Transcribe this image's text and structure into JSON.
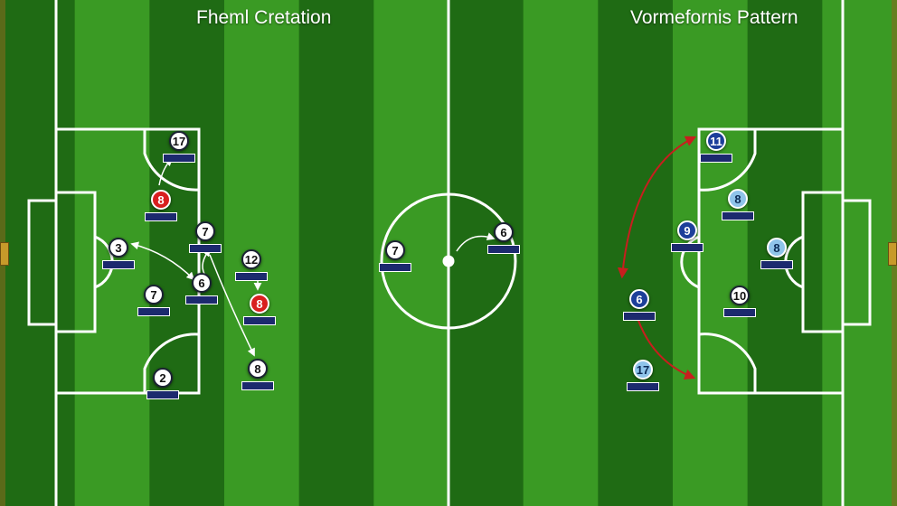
{
  "titles": {
    "left": "Fheml Cretation",
    "right": "Vormefornis Pattern"
  },
  "colors": {
    "grass_dark": "#1f6b14",
    "grass_light": "#3a9a24",
    "line": "#ffffff",
    "arrow_white": "#ffffff",
    "arrow_red": "#c81e1e",
    "team_white": "#ffffff",
    "team_red": "#d81f1f",
    "team_navy": "#1d3f9a",
    "team_light_blue": "#8fc4ea",
    "tag_bg": "#1c2a6e"
  },
  "players": [
    {
      "id": "l1",
      "number": "17",
      "style": "white"
    },
    {
      "id": "l2",
      "number": "8",
      "style": "red"
    },
    {
      "id": "l3",
      "number": "3",
      "style": "white"
    },
    {
      "id": "l4",
      "number": "7",
      "style": "white"
    },
    {
      "id": "l5",
      "number": "6",
      "style": "white"
    },
    {
      "id": "l6",
      "number": "7",
      "style": "white"
    },
    {
      "id": "l7",
      "number": "12",
      "style": "white"
    },
    {
      "id": "l8",
      "number": "8",
      "style": "red"
    },
    {
      "id": "l9",
      "number": "2",
      "style": "white"
    },
    {
      "id": "l10",
      "number": "8",
      "style": "white"
    },
    {
      "id": "c1",
      "number": "7",
      "style": "white"
    },
    {
      "id": "c2",
      "number": "6",
      "style": "white"
    },
    {
      "id": "r1",
      "number": "11",
      "style": "navy"
    },
    {
      "id": "r2",
      "number": "8",
      "style": "light"
    },
    {
      "id": "r3",
      "number": "9",
      "style": "navy"
    },
    {
      "id": "r4",
      "number": "8",
      "style": "light"
    },
    {
      "id": "r5",
      "number": "10",
      "style": "white"
    },
    {
      "id": "r6",
      "number": "6",
      "style": "navy"
    },
    {
      "id": "r7",
      "number": "17",
      "style": "light"
    }
  ],
  "arrows": [
    {
      "id": "a1",
      "color": "white"
    },
    {
      "id": "a2",
      "color": "white"
    },
    {
      "id": "a3",
      "color": "white"
    },
    {
      "id": "a4",
      "color": "white"
    },
    {
      "id": "a5",
      "color": "white"
    },
    {
      "id": "a6",
      "color": "red"
    },
    {
      "id": "a7",
      "color": "red"
    }
  ]
}
